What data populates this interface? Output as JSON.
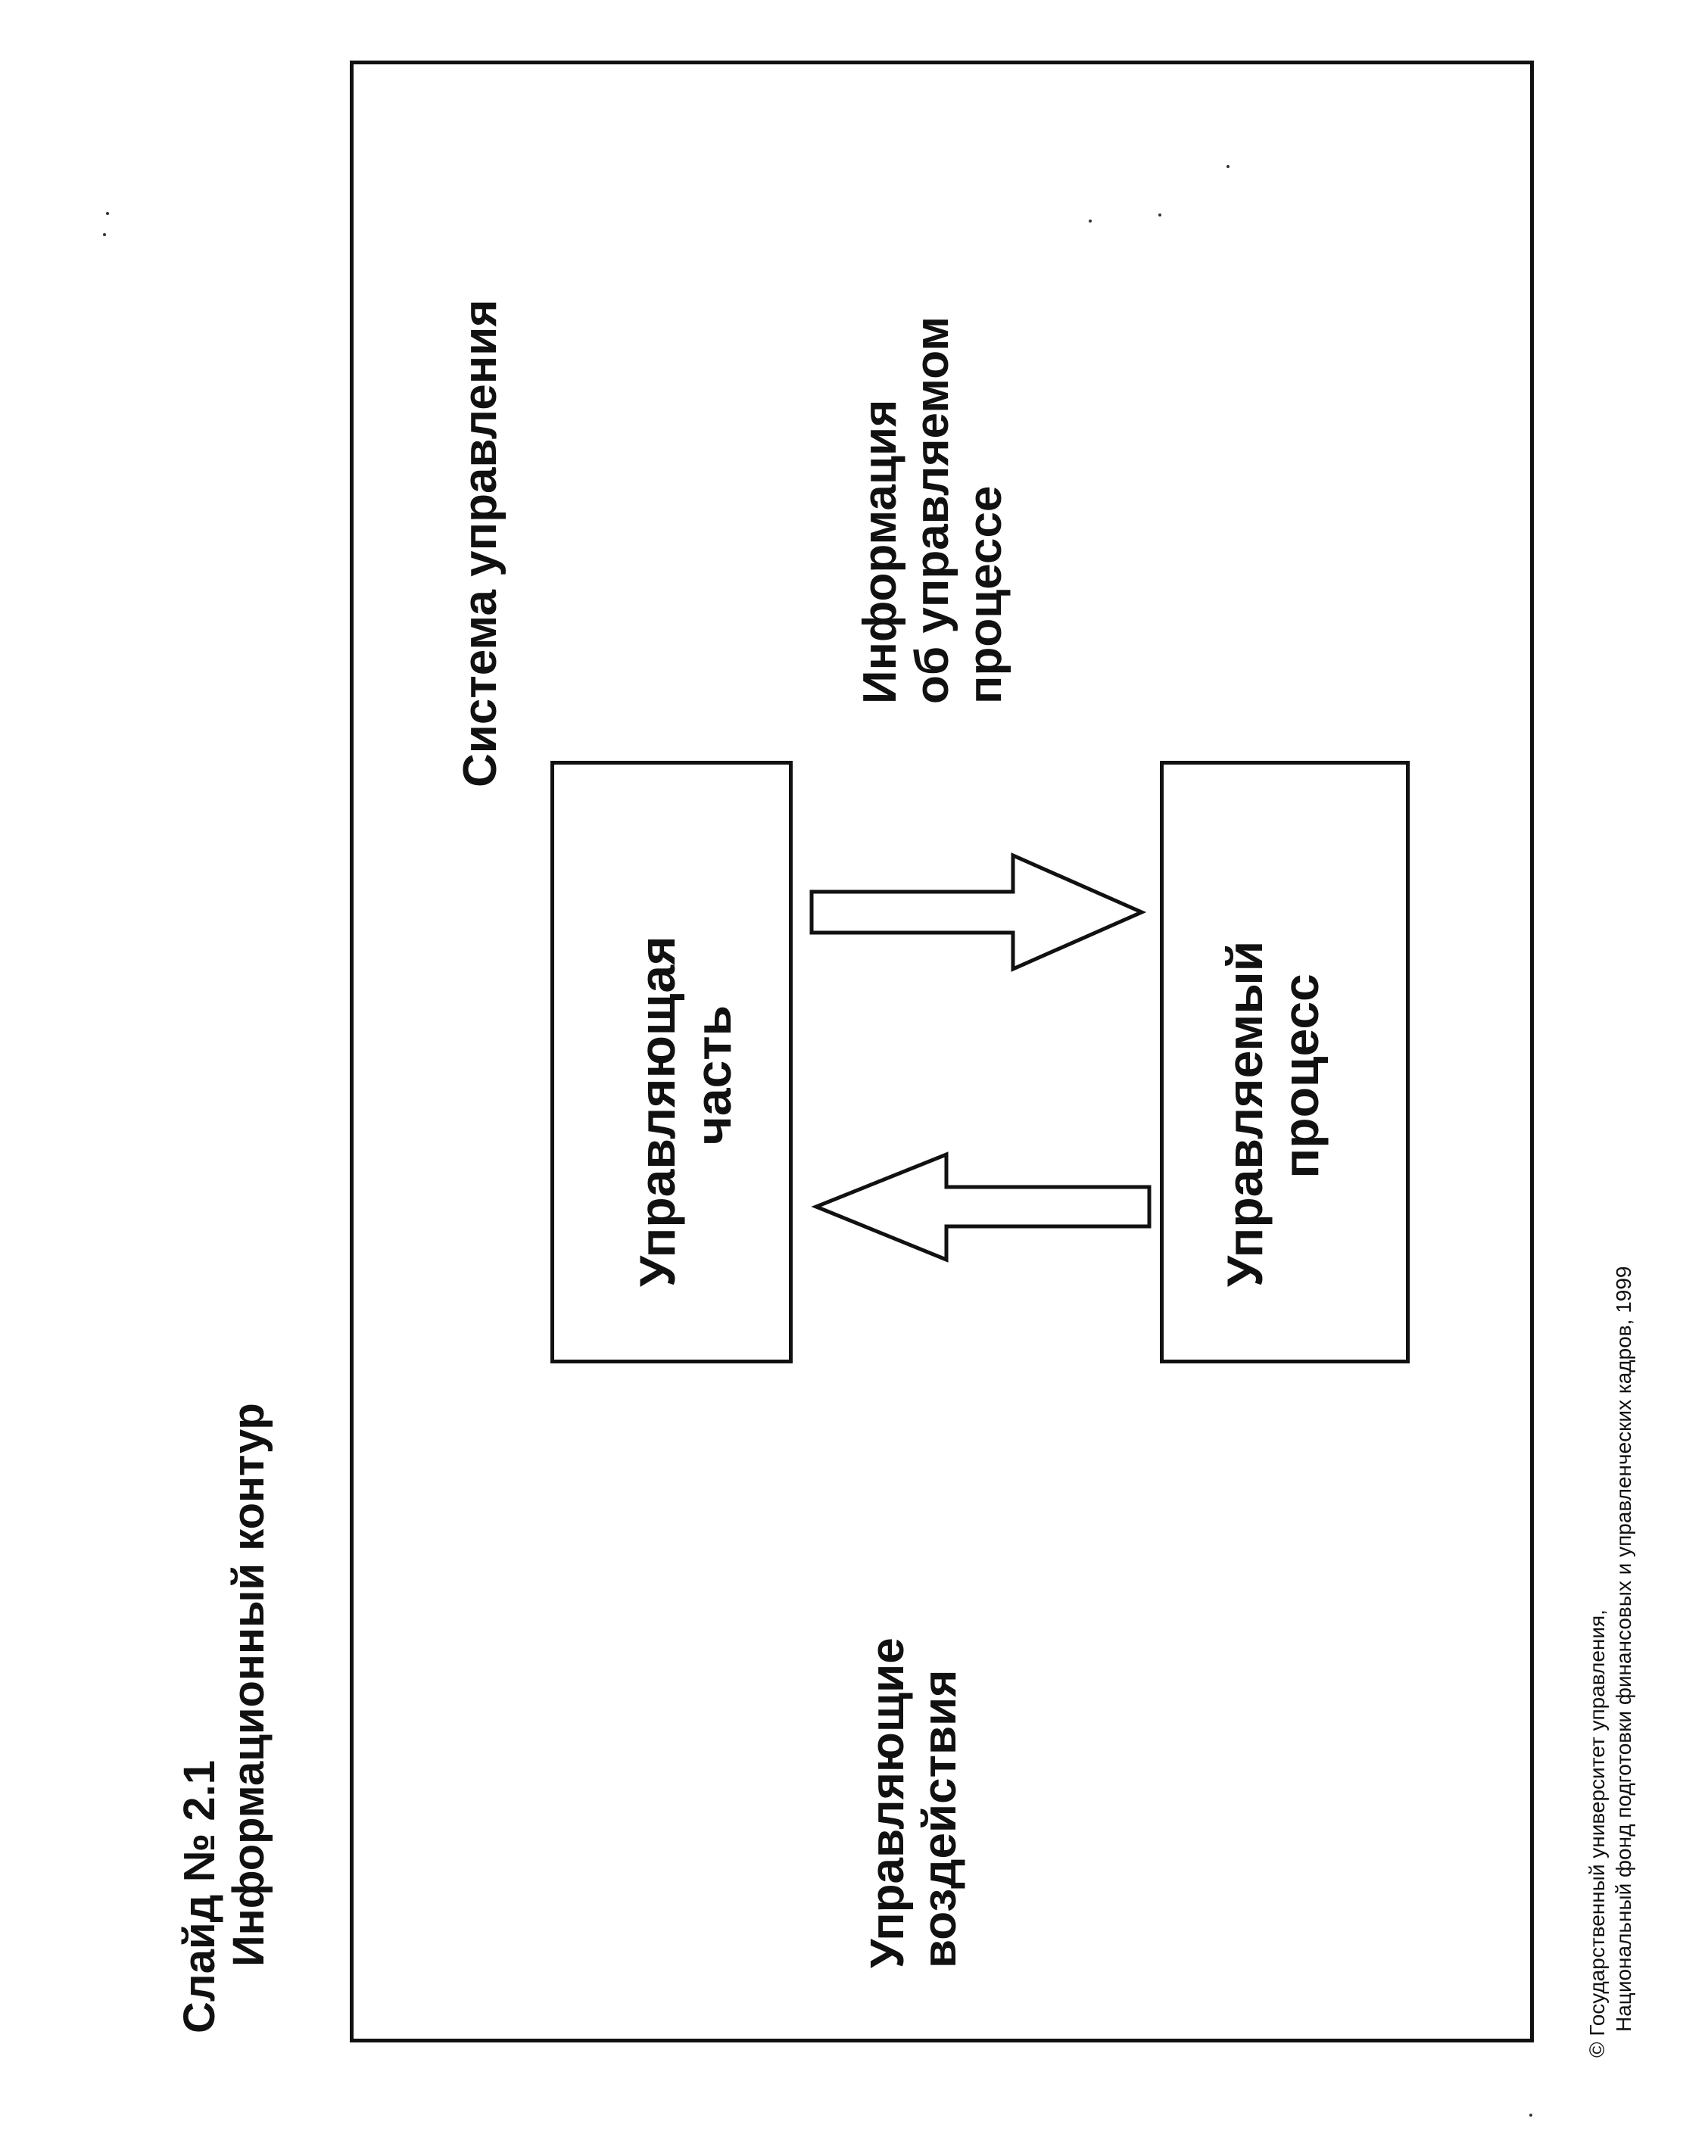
{
  "slide": {
    "number_label": "Слайд № 2.1",
    "title": "Информационный контур"
  },
  "diagram": {
    "system_label": "Система управления",
    "controlling_part": [
      "Управляющая",
      "часть"
    ],
    "controlled_process": [
      "Управляемый",
      "процесс"
    ],
    "info_label": [
      "Информация",
      "об управляемом",
      "процессе"
    ],
    "control_actions_label": [
      "Управляющие",
      "воздействия"
    ]
  },
  "footer": {
    "line1": "© Государственный университет управления,",
    "line2": "Национальный фонд подготовки финансовых и управленческих кадров, 1999"
  }
}
